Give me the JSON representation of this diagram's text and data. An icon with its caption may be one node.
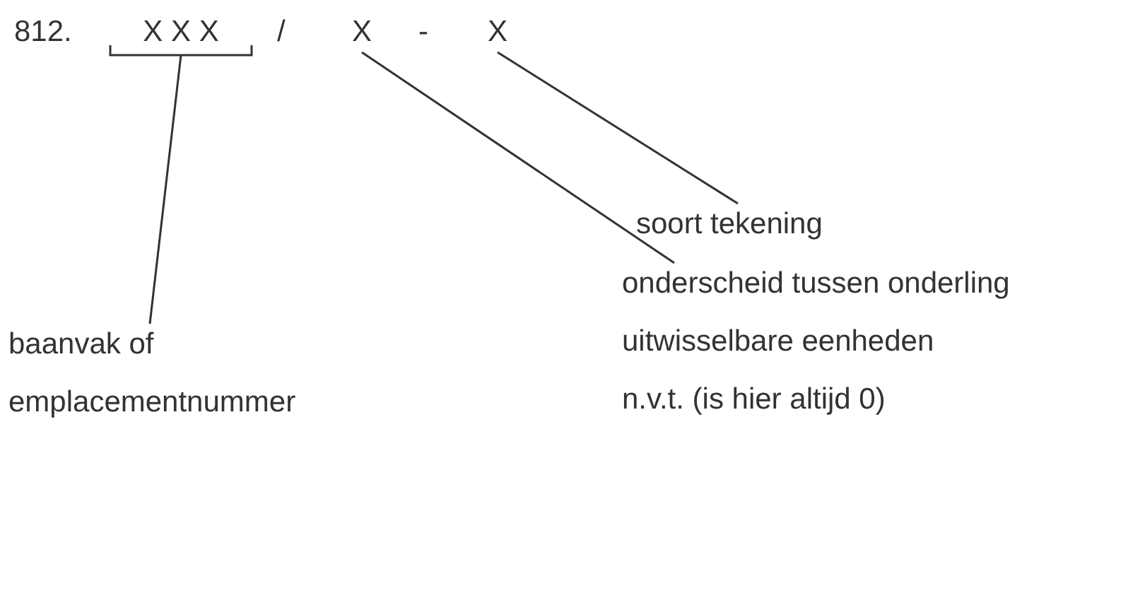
{
  "diagram": {
    "nodes": [
      {
        "text": [
          "X X X"
        ]
      },
      {
        "text": [
          "X"
        ]
      },
      {
        "text": [
          "X"
        ]
      },
      {
        "text": [
          "soort tekening"
        ]
      },
      {
        "text": [
          "onderscheid tussen onderling uitwisselbare eenheden",
          "n.v.t. (is hier altijd 0)"
        ]
      },
      {
        "text": [
          "baanvak of emplacementnummer"
        ]
      }
    ],
    "edges": [
      {
        "from": 3,
        "to": 2,
        "arrow": "none"
      },
      {
        "from": 4,
        "to": 1,
        "arrow": "none"
      },
      {
        "from": 5,
        "to": 0,
        "arrow": "none"
      }
    ],
    "labels": [
      "812.",
      "/",
      "-"
    ]
  }
}
